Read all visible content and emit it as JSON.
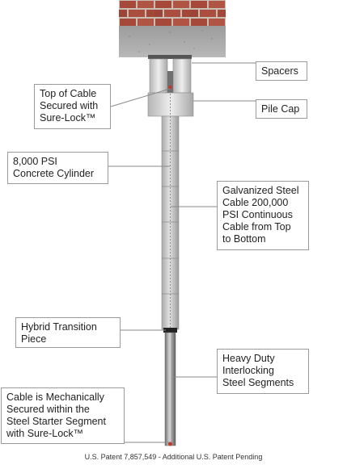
{
  "callouts": {
    "spacers": "Spacers",
    "pile_cap": "Pile Cap",
    "top_of_cable": "Top of Cable\nSecured with\nSure-Lock™",
    "concrete_cylinder": "8,000 PSI\nConcrete Cylinder",
    "galvanized_cable": "Galvanized Steel\nCable 200,000\nPSI Continuous\nCable from Top\nto Bottom",
    "hybrid_transition": "Hybrid Transition\nPiece",
    "heavy_duty_segments": "Heavy Duty\nInterlocking\nSteel Segments",
    "cable_secured": "Cable is Mechanically\nSecured within the\nSteel Starter Segment\nwith Sure-Lock™"
  },
  "footer": "U.S. Patent 7,857,549 - Additional U.S. Patent Pending",
  "colors": {
    "brick": "#a6493a",
    "mortar": "#c9beb4",
    "concrete": "#a9a9a9",
    "cylinder": "#c8c8c8",
    "steel": "#8c8c8c",
    "leader_line": "#8a8a8a"
  }
}
